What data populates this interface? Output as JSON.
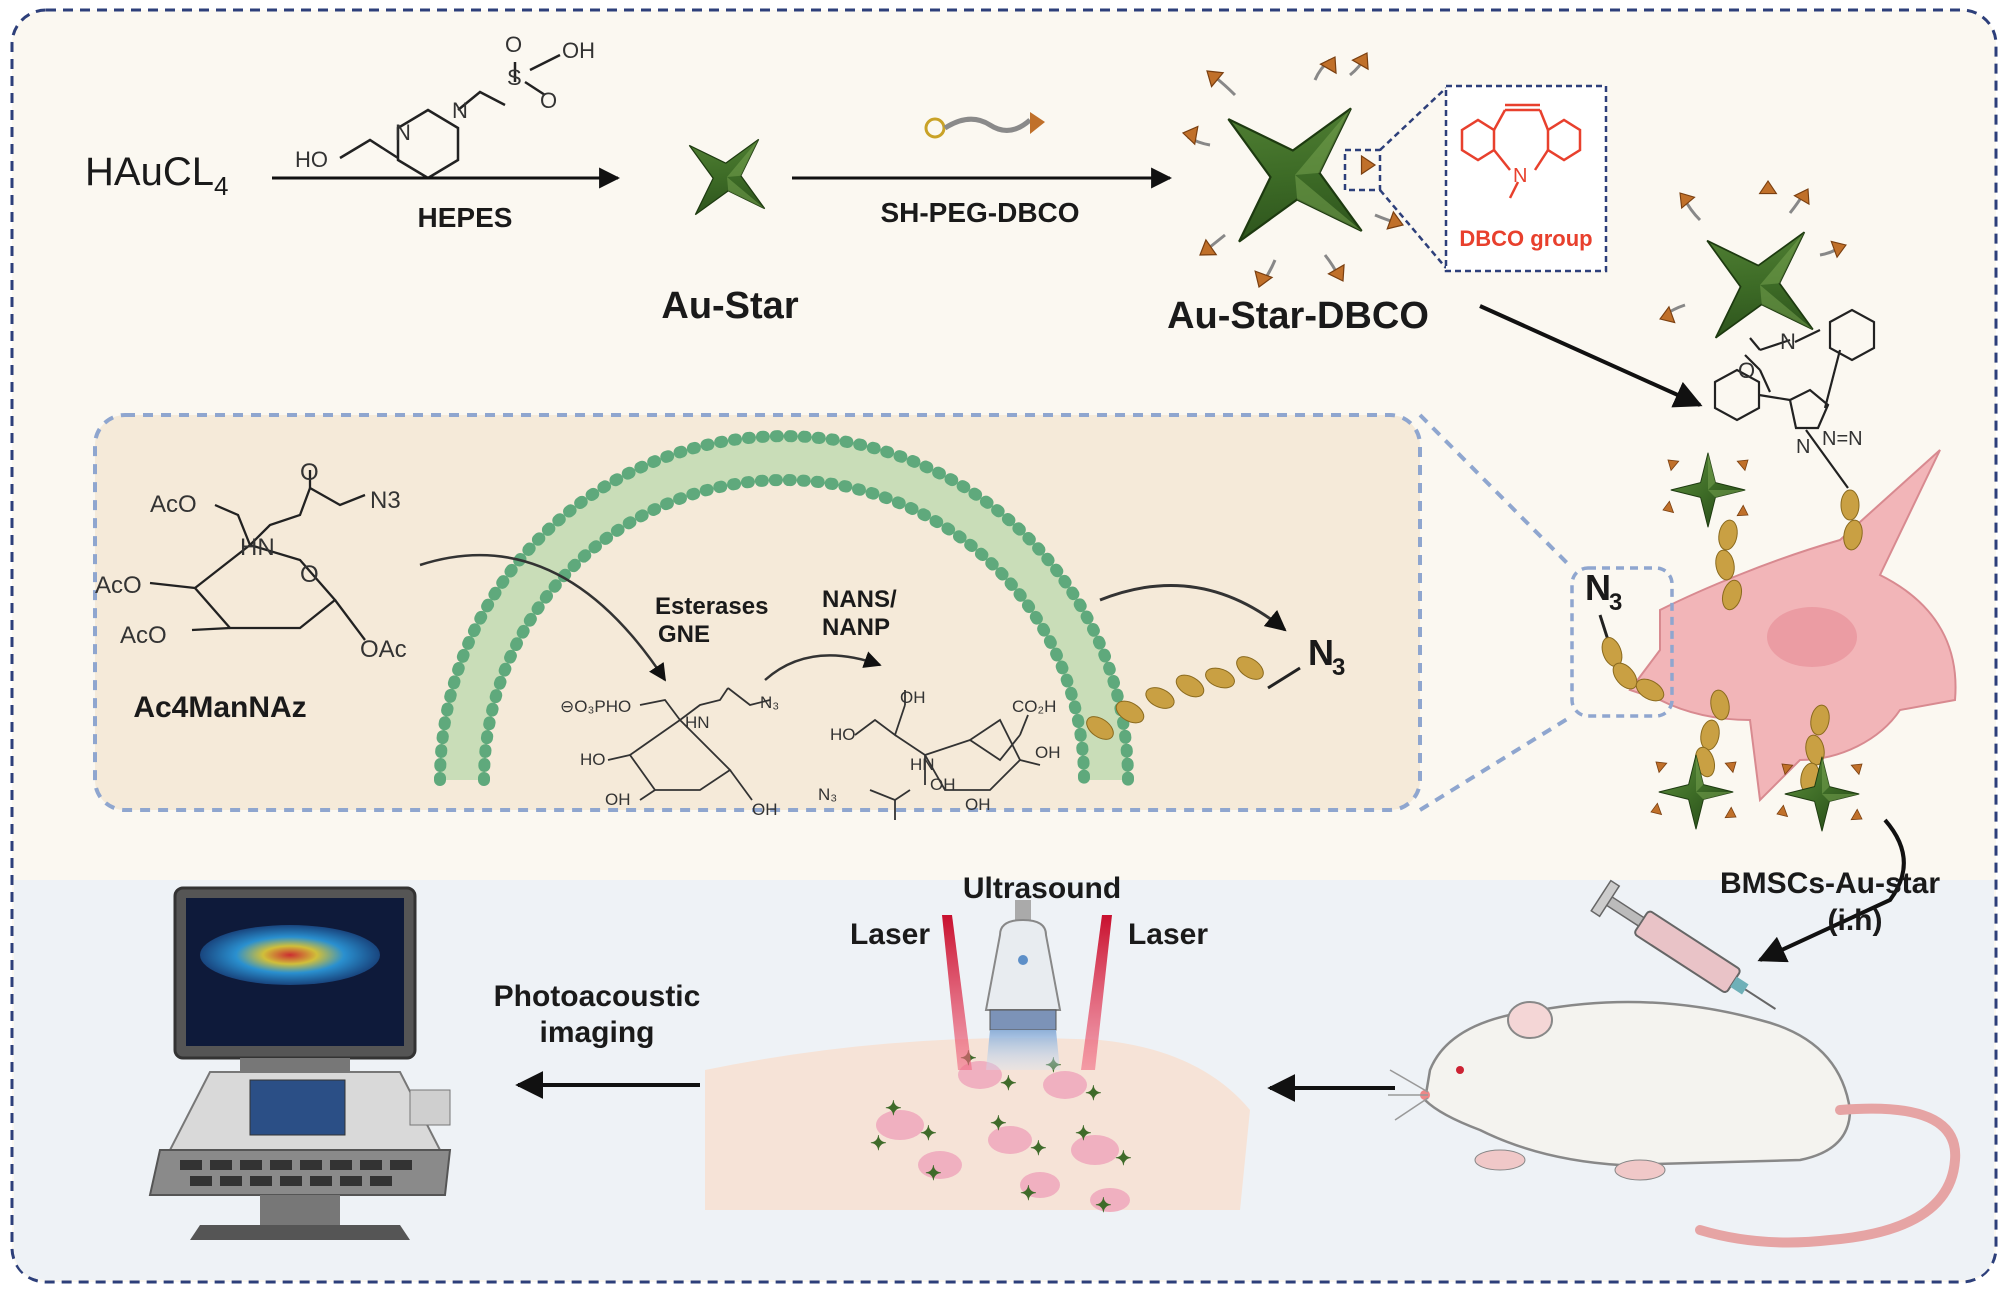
{
  "synthesis": {
    "reactant": "HAuCL",
    "reactant_sub": "4",
    "step1_reagent": "HEPES",
    "hepes_oh": "OH",
    "hepes_ho": "HO",
    "hepes_s": "S",
    "hepes_o": "O",
    "hepes_n": "N",
    "product1": "Au-Star",
    "step2_reagent": "SH-PEG-DBCO",
    "product2": "Au-Star-DBCO",
    "dbco_label": "DBCO group",
    "dbco_n": "N"
  },
  "click": {
    "n": "N",
    "o": "O",
    "triazole_n": "N",
    "triazole_nn": "N=N"
  },
  "metabolic": {
    "sugar": "Ac4ManNAz",
    "aco1": "AcO",
    "aco2": "AcO",
    "aco3": "AcO",
    "oac": "OAc",
    "hn": "HN",
    "o": "O",
    "n3": "N3",
    "enzyme1a": "Esterases",
    "enzyme1b": "GNE",
    "enzyme2a": "NANS/",
    "enzyme2b": "NANP",
    "phos": "⊖O₃PHO",
    "ho": "HO",
    "oh": "OH",
    "hn2": "HN",
    "n3_small": "N₃",
    "co2h": "CO₂H",
    "surface_n3": "N",
    "surface_n3_sub": "3"
  },
  "cell": {
    "n3": "N",
    "n3_sub": "3"
  },
  "injection": {
    "label1": "BMSCs-Au-star",
    "label2": "(i.h)"
  },
  "imaging": {
    "ultrasound": "Ultrasound",
    "laser_left": "Laser",
    "laser_right": "Laser",
    "pa_line1": "Photoacoustic",
    "pa_line2": "imaging"
  },
  "colors": {
    "star": "#3f6b2a",
    "cone": "#b5651d",
    "cell": "#f2b5b8",
    "dbco": "#e8402d",
    "border": "#2d3f7a",
    "laser": "#e0224a"
  }
}
